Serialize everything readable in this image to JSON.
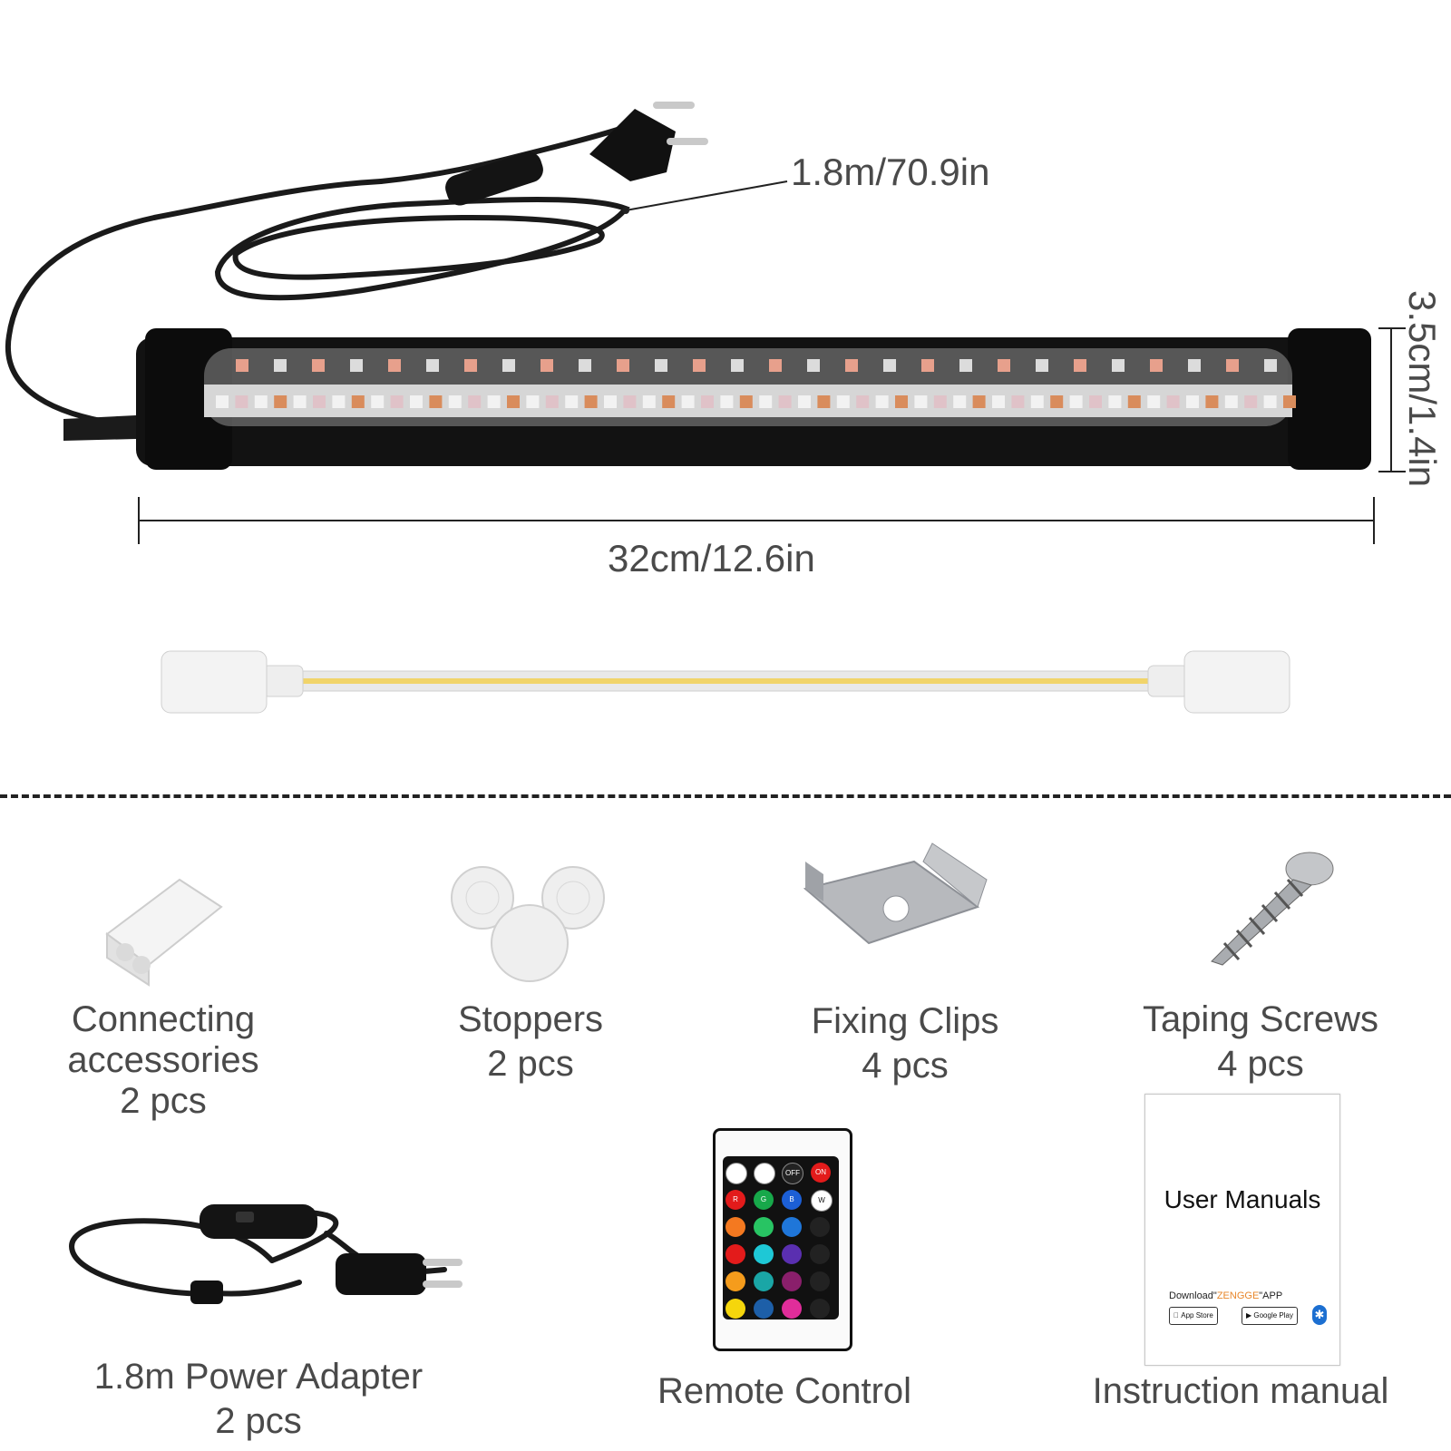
{
  "dimensions": {
    "cable_length": "1.8m/70.9in",
    "width": "32cm/12.6in",
    "height": "3.5cm/1.4in"
  },
  "accessories": [
    {
      "name_line1": "Connecting",
      "name_line2": "accessories",
      "qty": "2 pcs"
    },
    {
      "name": "Stoppers",
      "qty": "2 pcs"
    },
    {
      "name": "Fixing Clips",
      "qty": "4 pcs"
    },
    {
      "name": "Taping Screws",
      "qty": "4 pcs"
    },
    {
      "name": "1.8m Power Adapter",
      "qty": "2 pcs"
    },
    {
      "name": "Remote Control"
    },
    {
      "name": "Instruction manual"
    }
  ],
  "manual": {
    "title": "User Manuals",
    "download_prefix": "Download\"",
    "download_brand": "ZENGGE",
    "download_suffix": "\"APP",
    "app_store": "App Store",
    "google_play": "Google Play"
  },
  "remote": {
    "off_label": "OFF",
    "on_label": "ON",
    "r_label": "R",
    "g_label": "G",
    "b_label": "B",
    "w_label": "W"
  }
}
